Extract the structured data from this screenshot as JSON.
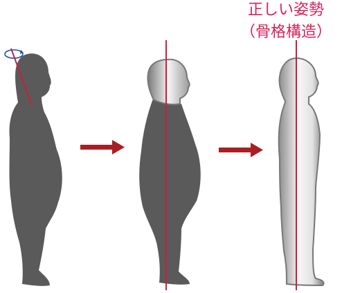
{
  "caption": {
    "line1": "正しい姿勢",
    "line2": "（骨格構造）"
  },
  "figures": [
    {
      "name": "slouched-posture",
      "fill": "dark"
    },
    {
      "name": "improving-posture",
      "fill": "dark-with-light-head"
    },
    {
      "name": "correct-posture",
      "fill": "light"
    }
  ],
  "colors": {
    "figure_dark": "#5a5a5a",
    "figure_light_edge": "#8a8a8a",
    "figure_light_center": "#f4f4f4",
    "axis_line": "#c8203e",
    "arrow": "#a81e23",
    "caption": "#d6245a",
    "rotation_icon": "#1a4fa8"
  },
  "icons": [
    "rotation-arrow-icon",
    "right-arrow-icon"
  ]
}
